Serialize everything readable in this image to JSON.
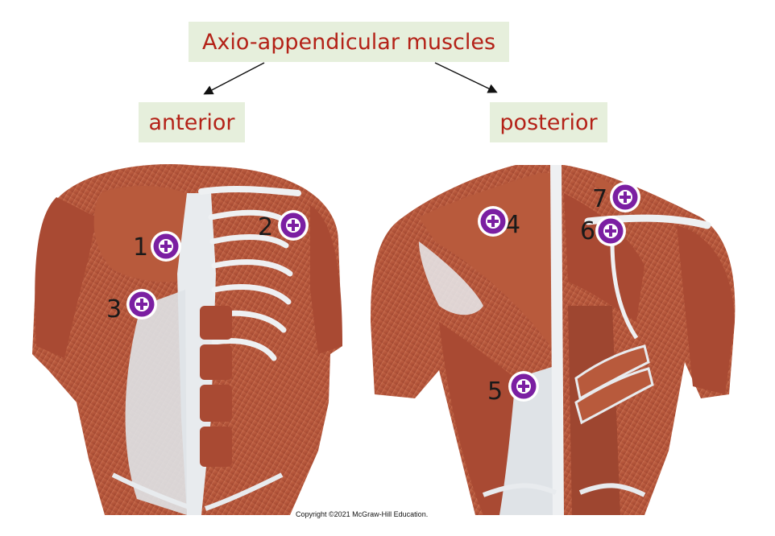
{
  "title": "Axio-appendicular muscles",
  "anterior_label": "anterior",
  "posterior_label": "posterior",
  "copyright": "Copyright ©2021 McGraw-Hill Education.",
  "markers": [
    "1",
    "2",
    "3",
    "4",
    "5",
    "6",
    "7"
  ],
  "colors": {
    "label_background": "#e6efdc",
    "label_text": "#b42218",
    "marker_fill": "#7b1fa2",
    "muscle": "#b85a3c",
    "tendon": "#e8ebee"
  }
}
